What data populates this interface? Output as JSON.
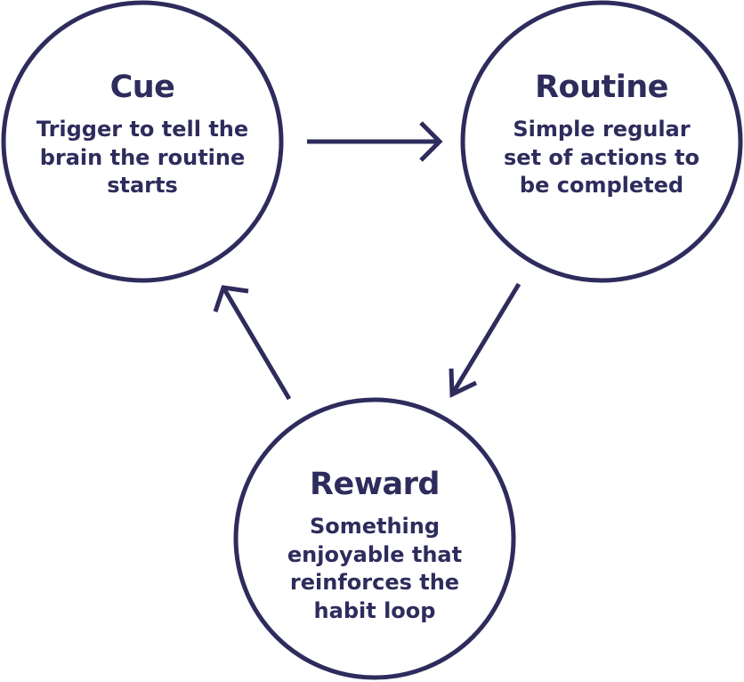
{
  "colors": {
    "ink": "#2e2c5c",
    "background": "#ffffff"
  },
  "nodes": {
    "cue": {
      "title": "Cue",
      "lines": [
        "Trigger to tell the",
        "brain the routine",
        "starts"
      ]
    },
    "routine": {
      "title": "Routine",
      "lines": [
        "Simple regular",
        "set of actions to",
        "be completed"
      ]
    },
    "reward": {
      "title": "Reward",
      "lines": [
        "Something",
        "enjoyable that",
        "reinforces the",
        "habit loop"
      ]
    }
  },
  "edges": [
    {
      "from": "cue",
      "to": "routine"
    },
    {
      "from": "routine",
      "to": "reward"
    },
    {
      "from": "reward",
      "to": "cue"
    }
  ]
}
